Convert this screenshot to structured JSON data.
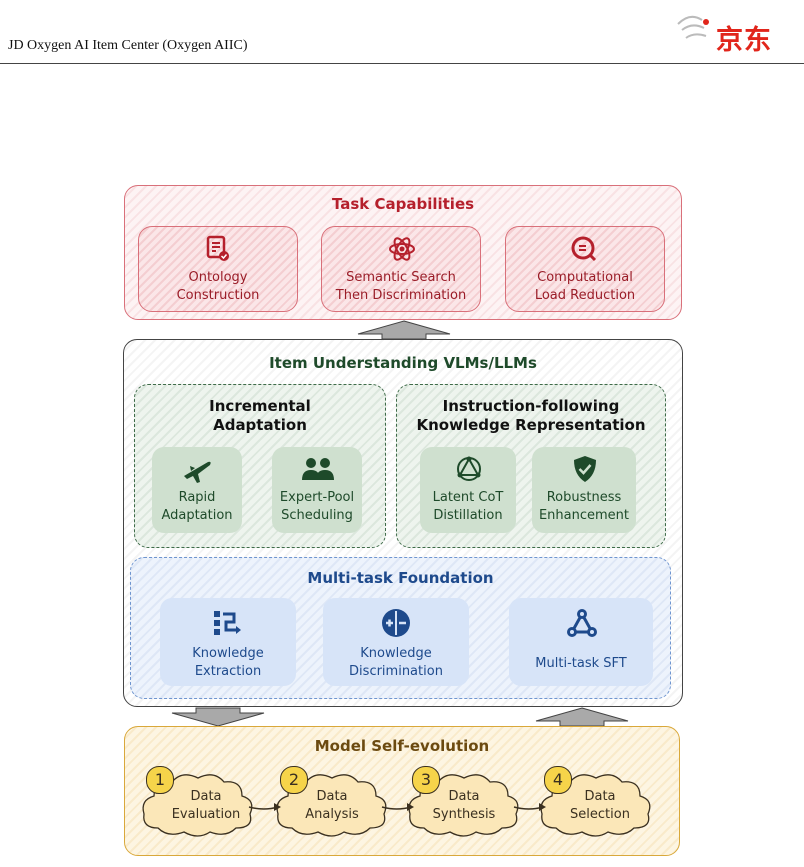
{
  "header": {
    "title": "JD Oxygen AI Item Center (Oxygen AIIC)",
    "logo_text": "京东"
  },
  "task_capabilities": {
    "title": "Task Capabilities",
    "items": [
      {
        "line1": "Ontology",
        "line2": "Construction",
        "icon": "document-check-icon"
      },
      {
        "line1": "Semantic Search",
        "line2": "Then Discrimination",
        "icon": "atom-icon"
      },
      {
        "line1": "Computational",
        "line2": "Load Reduction",
        "icon": "magnifier-icon"
      }
    ]
  },
  "item_understanding": {
    "title": "Item Understanding VLMs/LLMs",
    "incremental": {
      "title_line1": "Incremental",
      "title_line2": "Adaptation",
      "items": [
        {
          "line1": "Rapid",
          "line2": "Adaptation",
          "icon": "airplane-icon"
        },
        {
          "line1": "Expert-Pool",
          "line2": "Scheduling",
          "icon": "people-icon"
        }
      ]
    },
    "instruction": {
      "title_line1": "Instruction-following",
      "title_line2": "Knowledge Representation",
      "items": [
        {
          "line1": "Latent CoT",
          "line2": "Distillation",
          "icon": "network-icon"
        },
        {
          "line1": "Robustness",
          "line2": "Enhancement",
          "icon": "shield-check-icon"
        }
      ]
    },
    "foundation": {
      "title": "Multi-task Foundation",
      "items": [
        {
          "line1": "Knowledge",
          "line2": "Extraction",
          "icon": "extraction-icon"
        },
        {
          "line1": "Knowledge",
          "line2": "Discrimination",
          "icon": "plus-minus-icon"
        },
        {
          "line1": "Multi-task SFT",
          "line2": "",
          "icon": "graph-icon"
        }
      ]
    }
  },
  "self_evolution": {
    "title": "Model Self-evolution",
    "steps": [
      {
        "number": "1",
        "line1": "Data",
        "line2": "Evaluation"
      },
      {
        "number": "2",
        "line1": "Data",
        "line2": "Analysis"
      },
      {
        "number": "3",
        "line1": "Data",
        "line2": "Synthesis"
      },
      {
        "number": "4",
        "line1": "Data",
        "line2": "Selection"
      }
    ]
  },
  "colors": {
    "red_title": "#b5202c",
    "red_border": "#d9707a",
    "green_title": "#1e4a2a",
    "green_border": "#3f6b49",
    "blue_title": "#1e4a8c",
    "blue_border": "#6f95cf",
    "orange_title": "#6b4a10",
    "orange_border": "#d9a83a",
    "step_circle": "#f6d44a"
  }
}
